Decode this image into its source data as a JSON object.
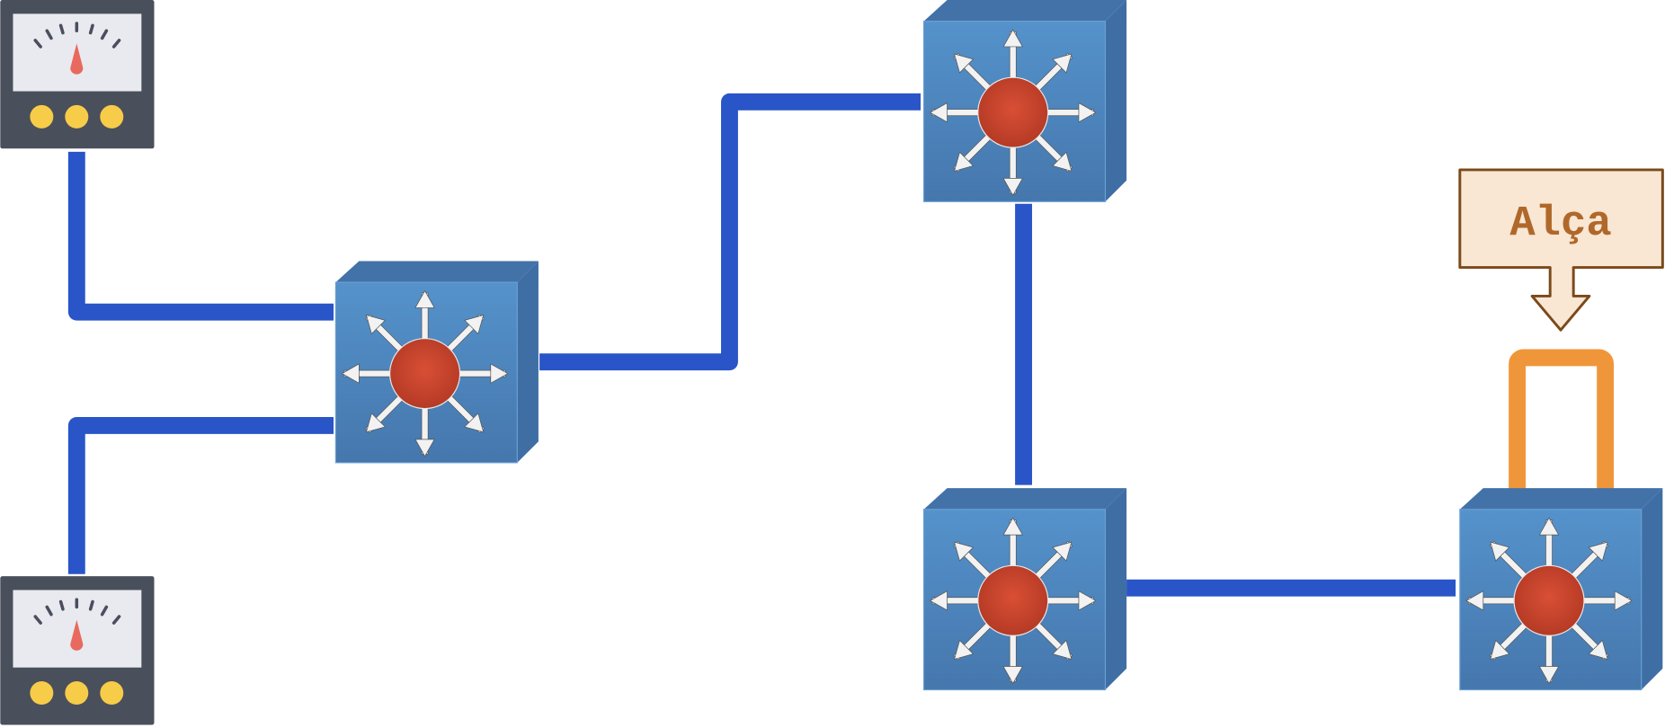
{
  "callout": {
    "label": "Alça"
  },
  "colors": {
    "link": "#2a55c8",
    "handle": "#f0963a",
    "callout_fill": "#f9e6d3",
    "callout_stroke": "#7a4a1a",
    "callout_text": "#b0682a",
    "switch_front": "#4f8cc4",
    "meter_body": "#4a4f5c"
  },
  "nodes": [
    {
      "type": "meter",
      "id": "meter-1"
    },
    {
      "type": "meter",
      "id": "meter-2"
    },
    {
      "type": "layer3-switch",
      "id": "switch-a"
    },
    {
      "type": "layer3-switch",
      "id": "switch-b"
    },
    {
      "type": "layer3-switch",
      "id": "switch-c"
    },
    {
      "type": "layer3-switch",
      "id": "switch-d"
    }
  ]
}
